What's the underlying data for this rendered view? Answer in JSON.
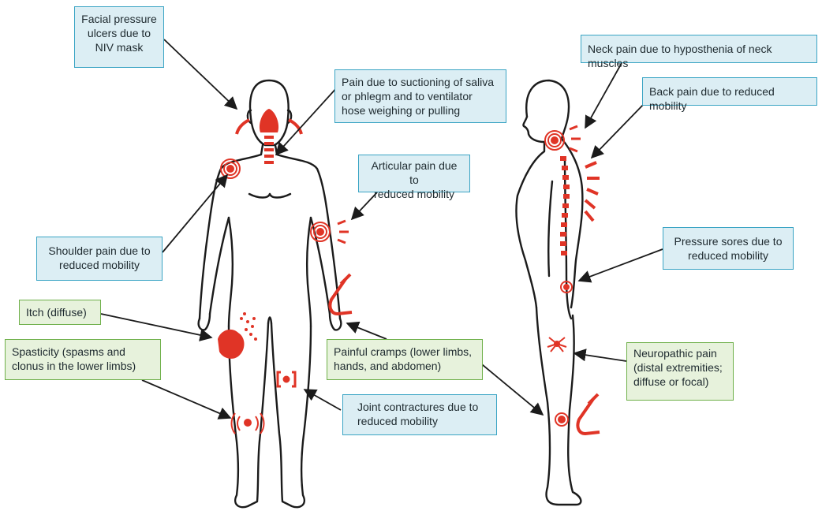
{
  "colors": {
    "pain_red": "#e03426",
    "outline": "#1b1b1b",
    "blue_box_fill": "#dceef4",
    "blue_box_border": "#3aa4c4",
    "green_box_fill": "#e7f2dc",
    "green_box_border": "#6fb04a"
  },
  "labels": {
    "facial_pressure": "Facial pressure\nulcers due to\nNIV mask",
    "suctioning": "Pain due to suctioning of saliva\nor phlegm and to ventilator\nhose weighing or pulling",
    "articular": "Articular pain due to\nreduced mobility",
    "shoulder": "Shoulder pain due to\nreduced mobility",
    "itch": "Itch (diffuse)",
    "spasticity": "Spasticity (spasms and\nclonus in the lower limbs)",
    "cramps": "Painful cramps (lower limbs,\nhands, and abdomen)",
    "joint_contractures": "Joint contractures due to\nreduced mobility",
    "neck": "Neck pain due to hyposthenia of neck muscles",
    "back": "Back pain due to reduced mobility",
    "pressure_sores": "Pressure sores due to\nreduced mobility",
    "neuropathic": "Neuropathic pain\n(distal extremities;\ndiffuse or focal)"
  },
  "icons": [
    "niv-mask-icon",
    "pain-burst-icon",
    "clamp-icon",
    "itch-hand-icon",
    "spider-nerve-icon",
    "spine-icon"
  ]
}
